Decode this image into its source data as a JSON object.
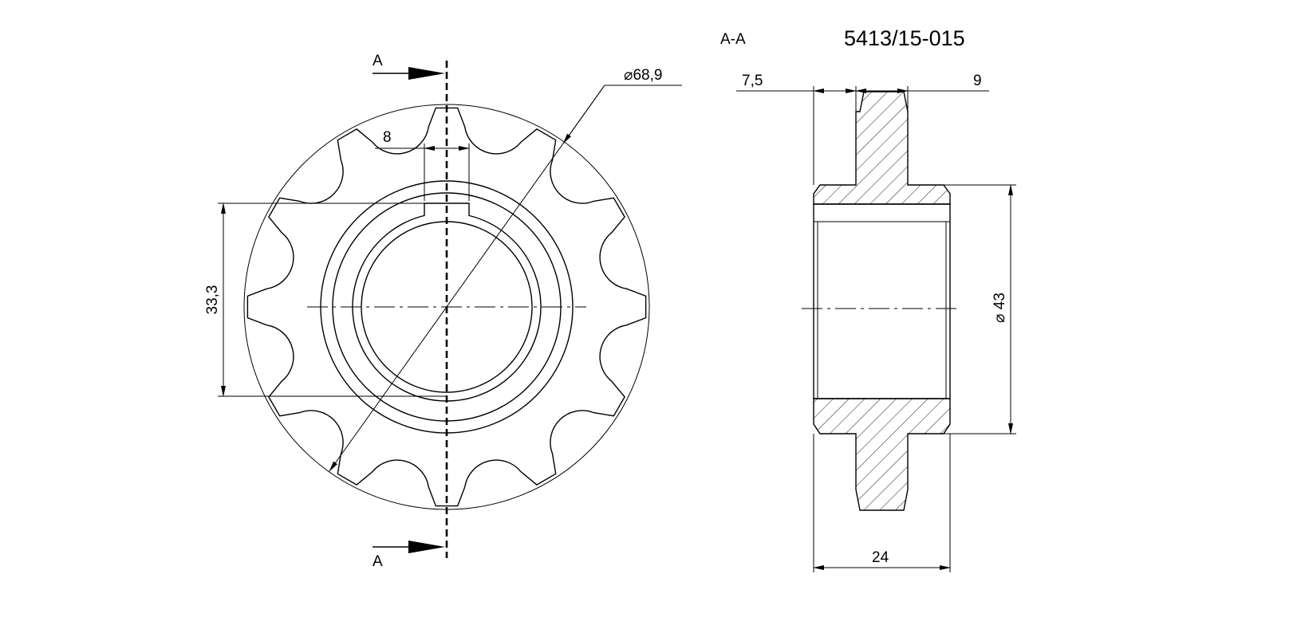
{
  "drawing": {
    "part_number": "5413/15-015",
    "section_label": "A-A",
    "cut_marker_top": "A",
    "cut_marker_bottom": "A",
    "teeth_count": 12,
    "dimensions": {
      "tip_diameter": "68,9",
      "keyway_width": "8",
      "hub_height": "33,3",
      "hub_offset": "7,5",
      "tooth_thickness": "9",
      "hub_diameter": "43",
      "total_width": "24"
    },
    "diameter_symbol": "⌀"
  }
}
